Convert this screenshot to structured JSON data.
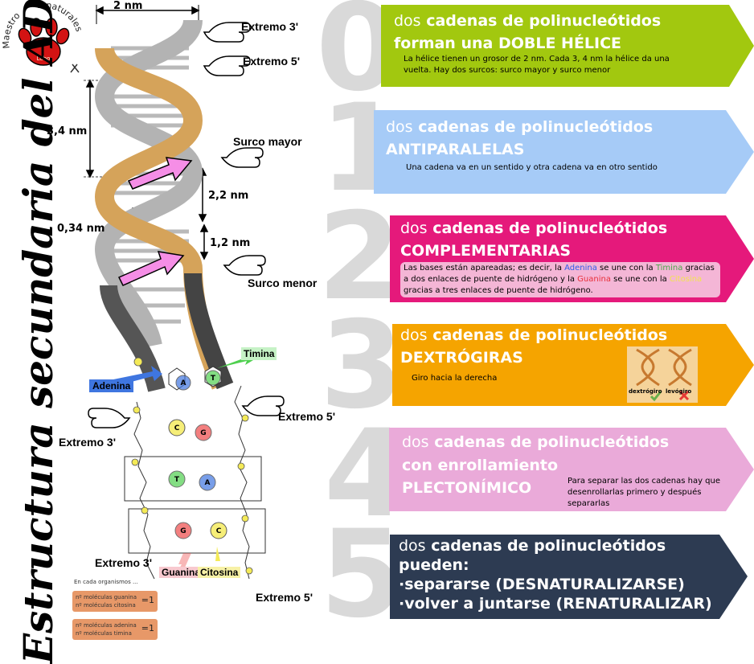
{
  "title": "Estructura secundaria del ADN",
  "logo": {
    "arc_text_left": "Maestro",
    "arc_text_mid": "de",
    "arc_text_right": "naturales",
    "badge": "Lobo"
  },
  "helix": {
    "width_label": "2 nm",
    "turn_label": "3,4 nm",
    "major_groove_width": "2,2 nm",
    "minor_groove_width": "1,2 nm",
    "base_spacing": "0,34 nm",
    "extremo3_top": "Extremo 3'",
    "extremo5_top": "Extremo 5'",
    "surco_mayor": "Surco mayor",
    "surco_menor": "Surco menor",
    "timina": "Timina",
    "adenina": "Adenina",
    "guanina": "Guanina",
    "citosina": "Citosina",
    "extremo5_mid": "Extremo 5'",
    "extremo3_mid": "Extremo 3'",
    "extremo3_bottom": "Extremo 3'",
    "extremo5_bottom": "Extremo 5'",
    "base_T": "T",
    "base_A": "A",
    "base_C": "C",
    "base_G": "G"
  },
  "ratios": {
    "intro": "En cada organismos ...",
    "r1_top": "nº moléculas guanina",
    "r1_bottom": "nº moléculas citosina",
    "r2_top": "nº moléculas adenina",
    "r2_bottom": "nº moléculas timina",
    "eq": "=1"
  },
  "steps": [
    {
      "num": "0",
      "color": "#a2c80f",
      "pre": "dos",
      "rest": "cadenas de polinucleótidos",
      "line2": "forman una DOBLE HÉLICE",
      "desc": "La hélice tienen un grosor de 2 nm. Cada 3, 4 nm la hélice da una vuelta. Hay dos surcos: surco mayor y surco menor"
    },
    {
      "num": "1",
      "color": "#a6cbf7",
      "pre": "dos",
      "rest": "cadenas de polinucleótidos",
      "line2": "ANTIPARALELAS",
      "desc": "Una cadena va en un sentido y otra cadena va en otro sentido"
    },
    {
      "num": "2",
      "color": "#e5197b",
      "pre": "dos",
      "rest": "cadenas de polinucleótidos",
      "line2": "COMPLEMENTARIAS",
      "desc_parts": [
        "Las bases están apareadas; es decir, la ",
        "Adenina",
        " se une con la ",
        "Timina",
        " gracias a dos enlaces de puente de hidrógeno y la ",
        "Guanina",
        " se une con la ",
        "Citosina",
        " gracias a tres enlaces de puente de hidrógeno."
      ]
    },
    {
      "num": "3",
      "color": "#f5a400",
      "pre": "dos",
      "rest": "cadenas de polinucleótidos",
      "line2": "DEXTRÓGIRAS",
      "desc": "Giro hacia la derecha",
      "dextro": "dextrógiro",
      "levo": "levógiro"
    },
    {
      "num": "4",
      "color": "#eaaad9",
      "pre": "dos",
      "rest": "cadenas de polinucleótidos",
      "line2": "con enrollamiento",
      "line3": "PLECTONÍMICO",
      "desc": "Para separar las dos cadenas hay que desenrollarlas primero y después separarlas"
    },
    {
      "num": "5",
      "color": "#2d3b52",
      "pre": "dos",
      "rest": "cadenas de polinucleótidos",
      "line2": "pueden:",
      "line3": "·separarse (DESNATURALIZARSE)",
      "line4": "·volver a juntarse (RENATURALIZAR)"
    }
  ],
  "colors": {
    "strand_gold": "#d5a35a",
    "strand_gray": "#b3b3b3",
    "strand_dark": "#444444",
    "arrow_pink": "#f58ee6",
    "adenina_blue": "#3f76e0",
    "timina_green": "#4fd04f",
    "guanina_red": "#ee4a4a",
    "citosina_yellow": "#f4ea57"
  }
}
